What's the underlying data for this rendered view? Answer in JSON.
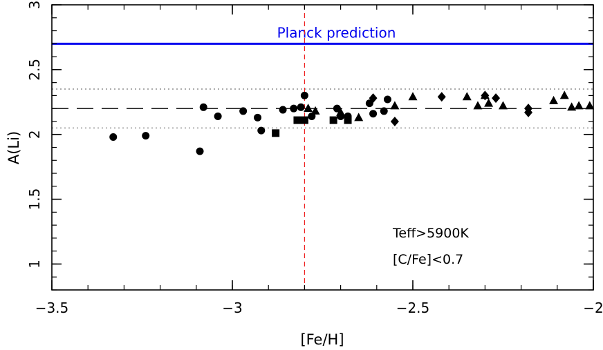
{
  "chart_data": {
    "type": "scatter",
    "xlabel": "[Fe/H]",
    "ylabel": "A(Li)",
    "xlim": [
      -3.5,
      -2.0
    ],
    "ylim": [
      0.8,
      3.0
    ],
    "x_ticks": [
      -3.5,
      -3,
      -2.5,
      -2
    ],
    "x_tick_labels": [
      "−3.5",
      "−3",
      "−2.5",
      "−2"
    ],
    "y_ticks": [
      1,
      1.5,
      2,
      2.5,
      3
    ],
    "y_tick_labels": [
      "1",
      "1.5",
      "2",
      "2.5",
      "3"
    ],
    "grid": false,
    "annotations": [
      "Teff>5900K",
      "[C/Fe]<0.7"
    ],
    "reference_lines": [
      {
        "label": "Planck prediction",
        "y": 2.7,
        "style": "solid",
        "color": "#0000ee"
      },
      {
        "y": 2.2,
        "style": "long-dash",
        "color": "#000000"
      },
      {
        "y": 2.35,
        "style": "dotted",
        "color": "#777777"
      },
      {
        "y": 2.05,
        "style": "dotted",
        "color": "#777777"
      },
      {
        "x": -2.8,
        "style": "dashed-vertical",
        "color": "#ee2222"
      }
    ],
    "series": [
      {
        "marker": "circle",
        "points": [
          [
            -3.33,
            1.98
          ],
          [
            -3.24,
            1.99
          ],
          [
            -3.09,
            1.87
          ],
          [
            -3.08,
            2.21
          ],
          [
            -3.04,
            2.14
          ],
          [
            -2.97,
            2.18
          ],
          [
            -2.93,
            2.13
          ],
          [
            -2.92,
            2.03
          ],
          [
            -2.86,
            2.19
          ],
          [
            -2.83,
            2.2
          ],
          [
            -2.81,
            2.21
          ],
          [
            -2.8,
            2.3
          ],
          [
            -2.78,
            2.14
          ],
          [
            -2.71,
            2.2
          ],
          [
            -2.7,
            2.14
          ],
          [
            -2.68,
            2.14
          ],
          [
            -2.62,
            2.24
          ],
          [
            -2.61,
            2.16
          ],
          [
            -2.58,
            2.18
          ],
          [
            -2.57,
            2.27
          ]
        ]
      },
      {
        "marker": "square",
        "points": [
          [
            -2.88,
            2.01
          ],
          [
            -2.82,
            2.11
          ],
          [
            -2.8,
            2.11
          ],
          [
            -2.72,
            2.11
          ],
          [
            -2.68,
            2.11
          ]
        ]
      },
      {
        "marker": "triangle",
        "points": [
          [
            -2.79,
            2.2
          ],
          [
            -2.77,
            2.18
          ],
          [
            -2.7,
            2.17
          ],
          [
            -2.65,
            2.13
          ],
          [
            -2.55,
            2.22
          ],
          [
            -2.5,
            2.29
          ],
          [
            -2.35,
            2.29
          ],
          [
            -2.32,
            2.22
          ],
          [
            -2.3,
            2.3
          ],
          [
            -2.29,
            2.24
          ],
          [
            -2.25,
            2.22
          ],
          [
            -2.11,
            2.26
          ],
          [
            -2.08,
            2.3
          ],
          [
            -2.06,
            2.21
          ],
          [
            -2.04,
            2.22
          ],
          [
            -2.01,
            2.22
          ]
        ]
      },
      {
        "marker": "diamond",
        "points": [
          [
            -2.61,
            2.28
          ],
          [
            -2.55,
            2.1
          ],
          [
            -2.42,
            2.29
          ],
          [
            -2.3,
            2.3
          ],
          [
            -2.27,
            2.28
          ],
          [
            -2.18,
            2.17
          ],
          [
            -2.18,
            2.2
          ]
        ]
      }
    ]
  }
}
